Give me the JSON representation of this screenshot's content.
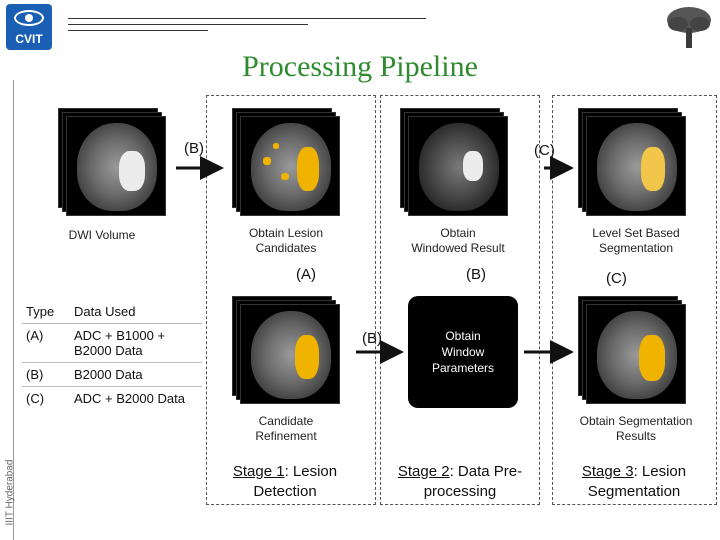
{
  "header": {
    "logo_text": "CVIT",
    "title": "Processing Pipeline"
  },
  "sidebar": {
    "vertical_label": "IIIT Hyderabad"
  },
  "images": {
    "dwi": {
      "label": "DWI Volume"
    },
    "lesion": {
      "label_line1": "Obtain Lesion",
      "label_line2": "Candidates"
    },
    "windowed": {
      "label_line1": "Obtain",
      "label_line2": "Windowed Result"
    },
    "levelset": {
      "label_line1": "Level Set Based",
      "label_line2": "Segmentation"
    },
    "refine": {
      "label_line1": "Candidate",
      "label_line2": "Refinement"
    },
    "result": {
      "label_line1": "Obtain Segmentation",
      "label_line2": "Results"
    }
  },
  "tags": {
    "b_left": "(B)",
    "c_top": "(C)",
    "a_mid": "(A)",
    "b_mid": "(B)",
    "c_mid": "(C)",
    "b_low": "(B)"
  },
  "window_box": {
    "line1": "Obtain",
    "line2": "Window",
    "line3": "Parameters"
  },
  "stages": {
    "s1": {
      "label": "Stage 1",
      "rest_line1": ": Lesion",
      "line2": "Detection"
    },
    "s2": {
      "label": "Stage 2",
      "rest_line1": ": Data Pre-",
      "line2": "processing"
    },
    "s3": {
      "label": "Stage 3",
      "rest_line1": ": Lesion",
      "line2": "Segmentation"
    }
  },
  "table": {
    "headers": [
      "Type",
      "Data Used"
    ],
    "rows": [
      {
        "type": "(A)",
        "data": "ADC + B1000 + B2000 Data"
      },
      {
        "type": "(B)",
        "data": "B2000 Data"
      },
      {
        "type": "(C)",
        "data": "ADC + B2000 Data"
      }
    ]
  },
  "colors": {
    "title": "#2e8b2e",
    "logo": "#1a5fb4",
    "lesion": "#f0b400"
  }
}
